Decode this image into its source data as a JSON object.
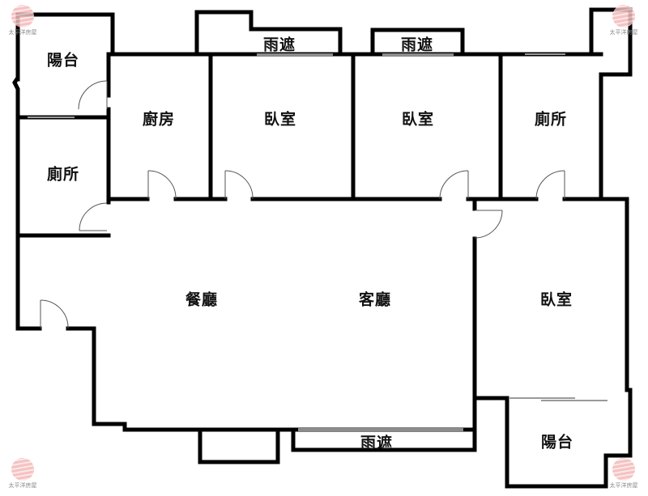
{
  "floorplan": {
    "rooms": {
      "balcony_nw": "陽台",
      "toilet_west": "廁所",
      "kitchen": "廚房",
      "bedroom_1": "臥室",
      "bedroom_2": "臥室",
      "toilet_east": "廁所",
      "dining_room": "餐廳",
      "living_room": "客廳",
      "bedroom_3": "臥室",
      "balcony_se": "陽台"
    },
    "canopies": {
      "north_1": "雨遮",
      "north_2": "雨遮",
      "south": "雨遮"
    },
    "colors": {
      "wall": "#000000",
      "window": "#8c8c8c",
      "watermark_logo": "#f3b7b7",
      "watermark_text": "#8a8a8a"
    }
  },
  "watermarks": {
    "top_left": "太平洋房屋",
    "top_right": "太平洋房屋",
    "bottom_left": "太平洋房屋",
    "bottom_right": "太平洋房屋"
  }
}
